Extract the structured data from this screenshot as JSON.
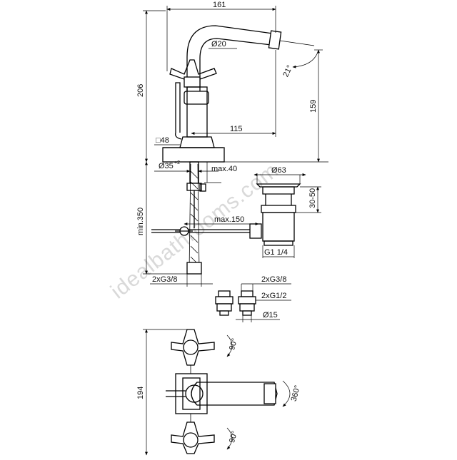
{
  "watermark": "idealbathrooms.com",
  "dims": {
    "top_width": "161",
    "spout_dia": "Ø20",
    "angle_21": "21°",
    "height_206": "206",
    "height_159": "159",
    "reach_115": "115",
    "square_48": "□48",
    "hole_dia": "Ø35",
    "hole_dia_plus": "+2",
    "max_thick": "max.40",
    "waste_dia": "Ø63",
    "waste_range": "30-50",
    "min_350": "min.350",
    "max_150": "max.150",
    "waste_thread": "G1 1/4",
    "hose_conn": "2xG3/8",
    "valve_g38": "2xG3/8",
    "valve_g12": "2xG1/2",
    "valve_dia": "Ø15",
    "plan_194": "194",
    "rot_90_top": "90°",
    "rot_360": "360°",
    "rot_90_bottom": "90°"
  },
  "colors": {
    "line": "#000000",
    "watermark": "#d9d9d9"
  }
}
